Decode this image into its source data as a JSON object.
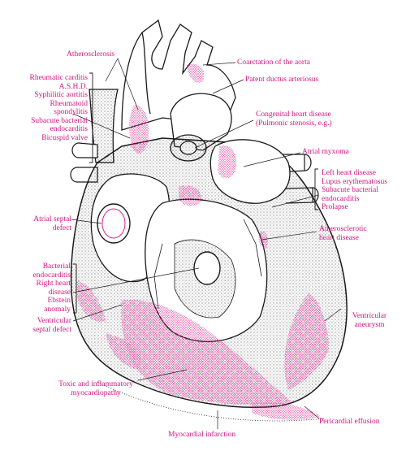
{
  "colors": {
    "label": "#d6157f",
    "stipple": "#e0208e",
    "outline": "#1a1a1a"
  },
  "labels": {
    "atherosclerosis": "Atherosclerosis",
    "coarctation": "Coarctation of the aorta",
    "patent_ductus": "Patent ductus arteriosus",
    "congenital": [
      "Congenital heart disease",
      "(Pulmonic stenosis, e.g.)"
    ],
    "rheumatic_group": [
      "Rheumatic carditis",
      "A.S.H.D.",
      "Syphilitic aortitis",
      "Rheumatoid",
      "spondylitis",
      "Subacute bacterial",
      "endocarditis",
      "Bicuspid valve"
    ],
    "atrial_myxoma": "Atrial myxoma",
    "left_heart_group": [
      "Left heart disease",
      "Lupus erythematosus",
      "Subacute bacterial",
      "endocarditis",
      "Prolapse"
    ],
    "atrial_septal": [
      "Atrial septal",
      "defect"
    ],
    "atherosclerotic_hd": [
      "Atherosclerotic",
      "heart disease"
    ],
    "bacterial_group": [
      "Bacterial",
      "endocarditis",
      "Right heart",
      "disease",
      "Ebstein",
      "anomaly"
    ],
    "ventricular_aneurysm": [
      "Ventricular",
      "aneurysm"
    ],
    "ventricular_septal": [
      "Ventricular",
      "septal defect"
    ],
    "toxic": [
      "Toxic and inflammatory",
      "myocardiopathy"
    ],
    "pericardial": "Pericardial effusion",
    "myocardial": "Myocardial infarction"
  }
}
